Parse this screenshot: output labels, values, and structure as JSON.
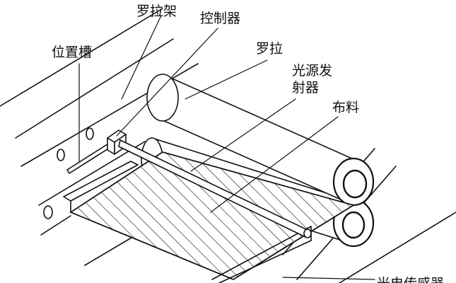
{
  "labels": {
    "roller_frame": "罗拉架",
    "controller": "控制器",
    "position_slot": "位置槽",
    "roller": "罗拉",
    "light_emitter_line1": "光源发",
    "light_emitter_line2": "射器",
    "fabric": "布料",
    "photo_sensor": "光电传感器"
  },
  "colors": {
    "ink": "#111111",
    "background": "#ffffff"
  }
}
